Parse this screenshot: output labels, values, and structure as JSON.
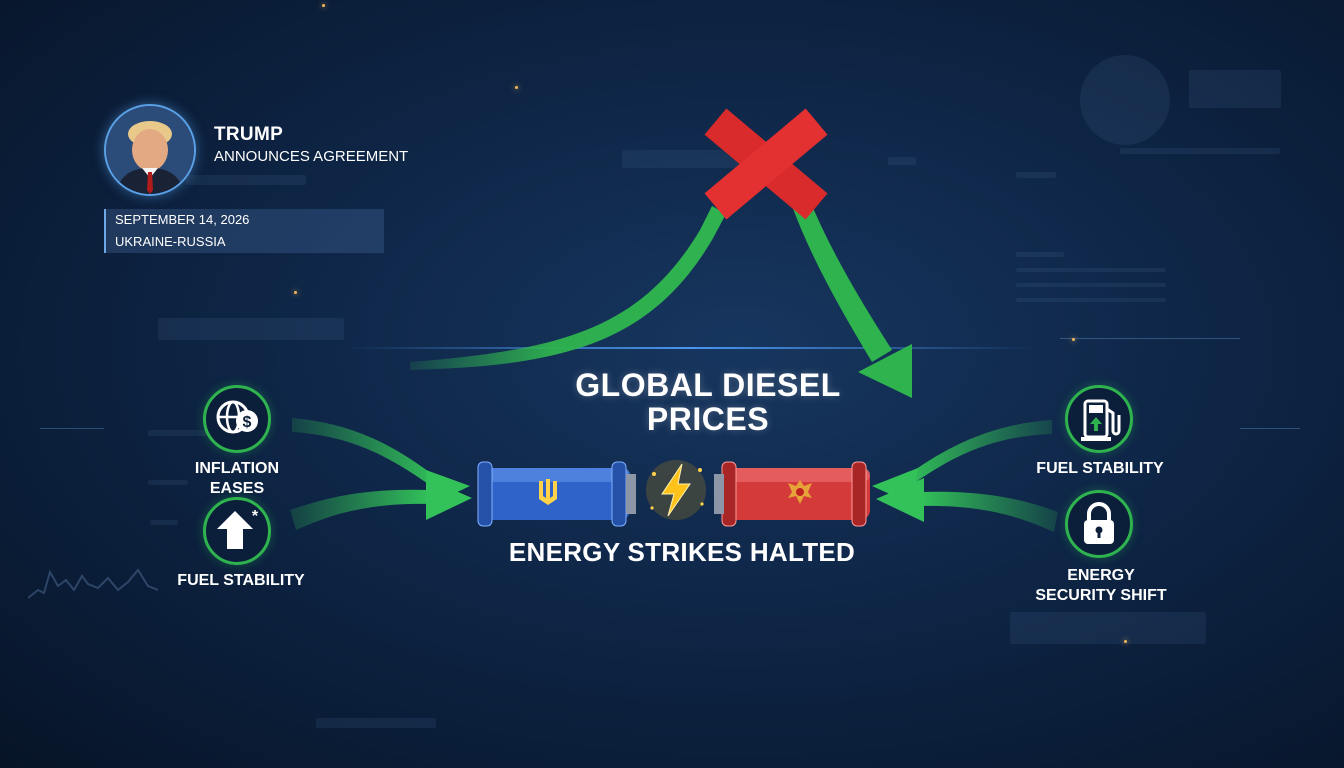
{
  "header": {
    "name": "TRUMP",
    "headline": "ANNOUNCES AGREEMENT",
    "date": "SEPTEMBER 14, 2026",
    "region": "UKRAINE-RUSSIA"
  },
  "title": "GLOBAL DIESEL PRICES",
  "subtitle": "ENERGY STRIKES HALTED",
  "left_items": [
    {
      "label": "INFLATION EASES",
      "icon": "globe-dollar-icon"
    },
    {
      "label": "FUEL STABILITY",
      "icon": "up-arrow-icon"
    }
  ],
  "right_items": [
    {
      "label": "FUEL STABILITY",
      "icon": "fuel-pump-icon"
    },
    {
      "label": "ENERGY SECURITY SHIFT",
      "icon": "padlock-icon"
    }
  ],
  "colors": {
    "background": "#0f2749",
    "arrow_green": "#2fb34f",
    "cross_red": "#d92b2b",
    "pipe_blue": "#2f63c9",
    "pipe_red": "#d43a3a",
    "spark_yellow": "#ffc21a"
  },
  "icons": [
    "x-mark-icon",
    "lightning-icon",
    "ukraine-trident-icon",
    "russia-eagle-icon"
  ]
}
